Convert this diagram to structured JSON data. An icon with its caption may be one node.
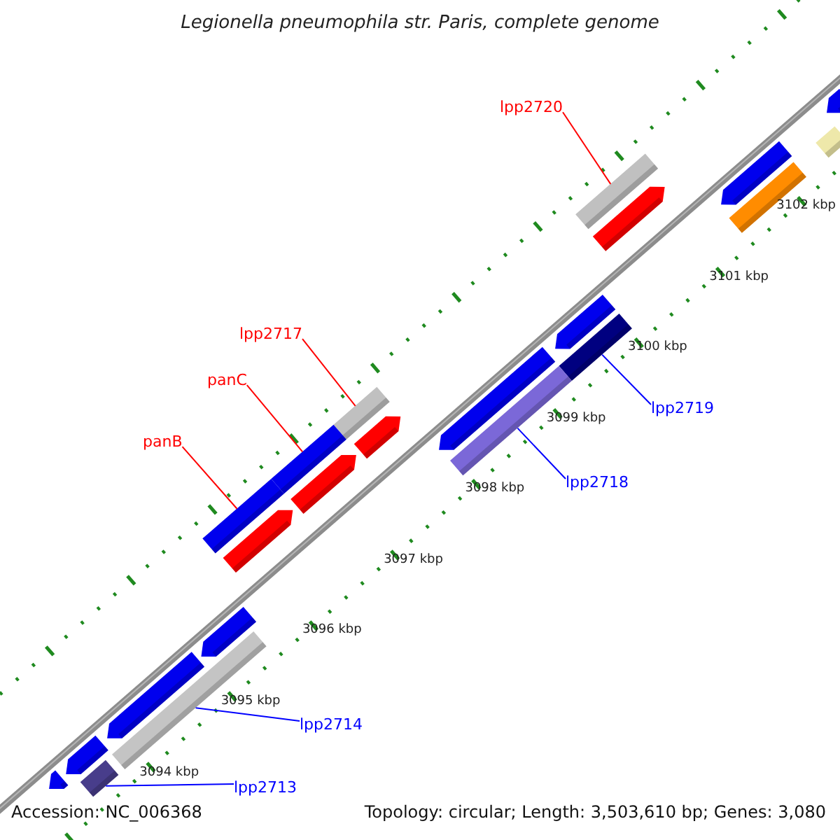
{
  "diagram": {
    "title": "Legionella pneumophila str. Paris, complete genome",
    "nodes": [
      {
        "text": [
          "lpp2720"
        ]
      },
      {
        "text": [],
        "shape": "bar"
      },
      {
        "text": [
          "lpp2717"
        ]
      },
      {
        "text": [],
        "shape": "bar"
      },
      {
        "text": [
          "panC"
        ]
      },
      {
        "text": [],
        "shape": "bar"
      },
      {
        "text": [
          "panB"
        ]
      },
      {
        "text": [],
        "shape": "bar"
      },
      {
        "text": [
          "lpp2719"
        ]
      },
      {
        "text": [],
        "shape": "bar"
      },
      {
        "text": [
          "lpp2718"
        ]
      },
      {
        "text": [],
        "shape": "bar"
      },
      {
        "text": [
          "lpp2714"
        ]
      },
      {
        "text": [],
        "shape": "bar"
      },
      {
        "text": [
          "lpp2713"
        ]
      },
      {
        "text": [],
        "shape": "bar"
      },
      {
        "text": [],
        "shape": "pentagon"
      },
      {
        "text": [],
        "shape": "pentagon"
      },
      {
        "text": [],
        "shape": "pentagon"
      },
      {
        "text": [],
        "shape": "pentagon"
      },
      {
        "text": [],
        "shape": "pentagon"
      },
      {
        "text": [],
        "shape": "pentagon"
      },
      {
        "text": [],
        "shape": "pentagon"
      },
      {
        "text": [],
        "shape": "pentagon"
      },
      {
        "text": [],
        "shape": "pentagon"
      },
      {
        "text": [],
        "shape": "pentagon"
      },
      {
        "text": [],
        "shape": "bar"
      },
      {
        "text": [],
        "shape": "pentagon"
      },
      {
        "text": [],
        "shape": "bar"
      },
      {
        "text": [],
        "shape": "pentagon"
      }
    ],
    "edges": [
      {
        "from": 0,
        "to": 1,
        "arrow": "none",
        "color": "#ff0000"
      },
      {
        "from": 2,
        "to": 3,
        "arrow": "none",
        "color": "#ff0000"
      },
      {
        "from": 4,
        "to": 5,
        "arrow": "none",
        "color": "#ff0000"
      },
      {
        "from": 6,
        "to": 7,
        "arrow": "none",
        "color": "#ff0000"
      },
      {
        "from": 8,
        "to": 9,
        "arrow": "none",
        "color": "#0000ff"
      },
      {
        "from": 10,
        "to": 11,
        "arrow": "none",
        "color": "#0000ff"
      },
      {
        "from": 12,
        "to": 13,
        "arrow": "none",
        "color": "#0000ff"
      },
      {
        "from": 14,
        "to": 15,
        "arrow": "none",
        "color": "#0000ff"
      }
    ],
    "labels": [
      "3102 kbp",
      "3101 kbp",
      "3100 kbp",
      "3099 kbp",
      "3098 kbp",
      "3097 kbp",
      "3096 kbp",
      "3095 kbp",
      "3094 kbp",
      "Accession: NC_006368",
      "Topology: circular; Length: 3,503,610 bp; Genes: 3,080"
    ]
  }
}
